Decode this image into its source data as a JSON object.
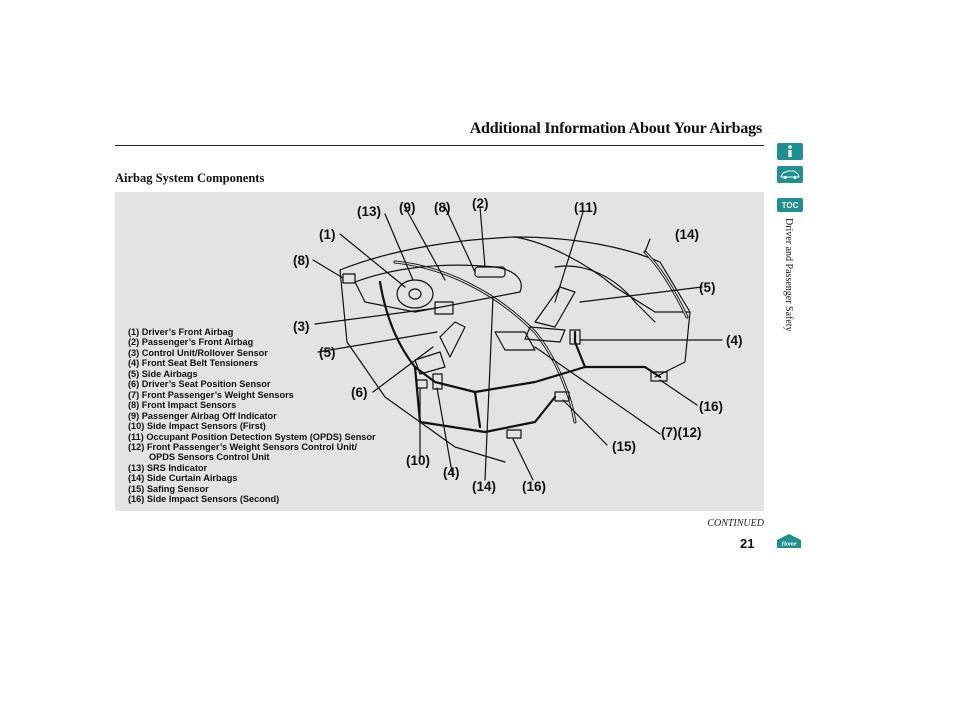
{
  "header": {
    "title": "Additional Information About Your Airbags"
  },
  "section": {
    "heading": "Airbag System Components"
  },
  "figure": {
    "callouts": [
      "(13)",
      "(9)",
      "(8)",
      "(2)",
      "(11)",
      "(1)",
      "(14)",
      "(8)",
      "(5)",
      "(3)",
      "(4)",
      "(5)",
      "(6)",
      "(16)",
      "(7)(12)",
      "(15)",
      "(10)",
      "(4)",
      "(14)",
      "(16)"
    ],
    "legend": [
      "(1) Driver’s Front Airbag",
      "(2) Passenger’s Front Airbag",
      "(3) Control Unit/Rollover Sensor",
      "(4) Front Seat Belt Tensioners",
      "(5) Side Airbags",
      "(6) Driver’s Seat Position Sensor",
      "(7) Front Passenger’s Weight Sensors",
      "(8) Front Impact Sensors",
      "(9) Passenger Airbag Off Indicator",
      "(10) Side Impact Sensors (First)",
      "(11) Occupant Position Detection System (OPDS) Sensor",
      "(12) Front Passenger’s Weight Sensors Control Unit/",
      "OPDS Sensors Control Unit",
      "(13) SRS Indicator",
      "(14) Side Curtain Airbags",
      "(15) Safing Sensor",
      "(16) Side Impact Sensors (Second)"
    ]
  },
  "sidebar": {
    "info_icon": "info-icon",
    "car_icon": "car-icon",
    "toc_label": "TOC",
    "section_label": "Driver and Passenger Safety"
  },
  "footer": {
    "continued": "CONTINUED",
    "page_number": "21",
    "home_label": "Home"
  },
  "colors": {
    "accent": "#1f8f8f",
    "panel": "#e3e3e3"
  }
}
